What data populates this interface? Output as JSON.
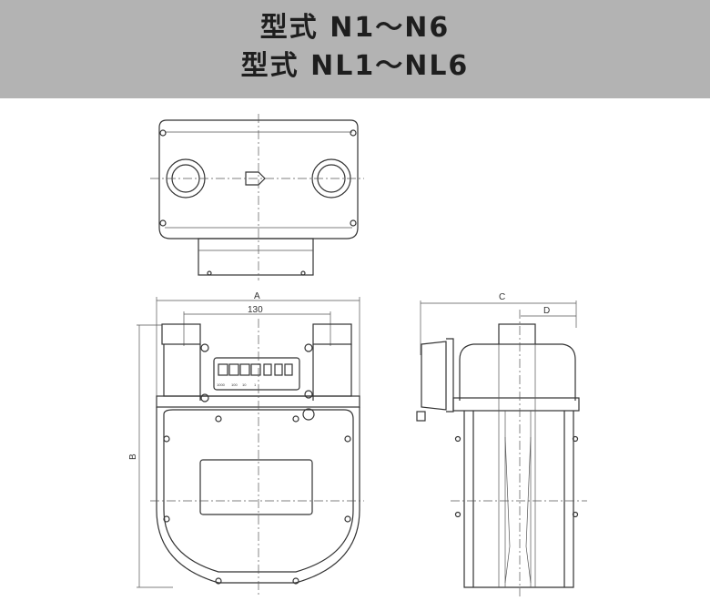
{
  "header": {
    "line1": "型式 N1〜N6",
    "line2": "型式 NL1〜NL6"
  },
  "dimensions": {
    "a": "A",
    "b": "B",
    "c": "C",
    "d": "D",
    "pitch": "130"
  },
  "counter": {
    "labels": [
      "1000",
      "100",
      "10",
      "1"
    ]
  }
}
